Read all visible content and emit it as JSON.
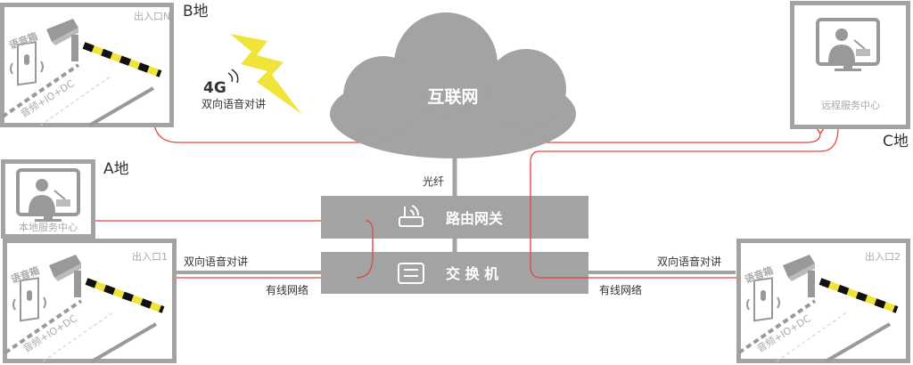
{
  "sites": {
    "b": "B地",
    "a": "A地",
    "c": "C地"
  },
  "wireless": {
    "badge": "4G",
    "label": "双向语音对讲"
  },
  "cloud": {
    "label": "互联网"
  },
  "fiber": {
    "label": "光纤"
  },
  "router": {
    "label": "路由网关",
    "icon": "router-icon"
  },
  "switch": {
    "label": "交 换 机",
    "icon": "switch-icon"
  },
  "entrances": [
    {
      "label": "出入口N",
      "speaker": "语音箱",
      "cable": "音频+IO+DC"
    },
    {
      "label": "出入口1",
      "speaker": "语音箱",
      "cable": "音频+IO+DC"
    },
    {
      "label": "出入口2",
      "speaker": "语音箱",
      "cable": "音频+IO+DC"
    }
  ],
  "centers": {
    "local": "本地服务中心",
    "remote": "远程服务中心"
  },
  "links": {
    "left_top": "双向语音对讲",
    "left_bottom": "有线网络",
    "right_top": "双向语音对讲",
    "right_bottom": "有线网络"
  },
  "colors": {
    "gray": "#a3a3a3",
    "red": "#e8403a",
    "yellow": "#f0e43a"
  }
}
